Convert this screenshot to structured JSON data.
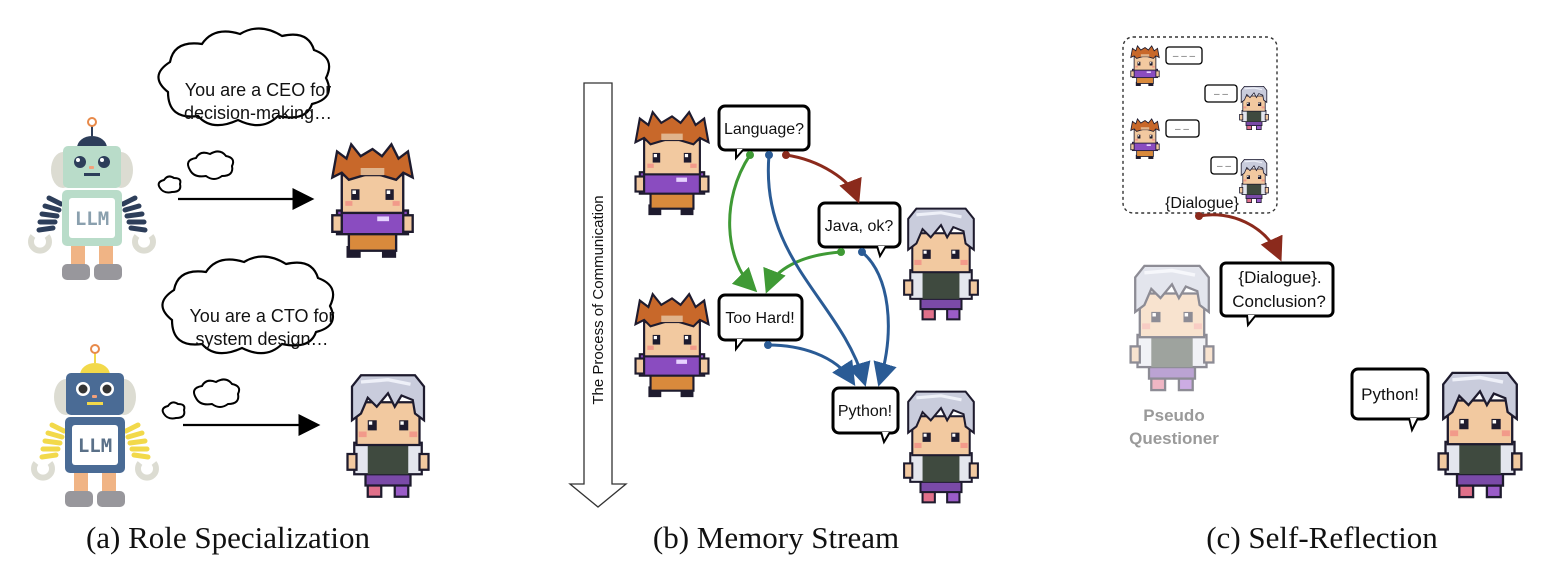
{
  "panels": {
    "a": {
      "caption": "(a) Role Specialization",
      "robot_label": "LLM",
      "thoughts": [
        {
          "line1": "You are a CEO for",
          "line2": "decision-making…"
        },
        {
          "line1": "You are a CTO for",
          "line2": "system design…"
        }
      ],
      "robots": [
        {
          "role": "CEO robot",
          "body_color": "#b9dcc9",
          "arm_color": "#2d3e5a",
          "antenna_color": "#2d3e5a"
        },
        {
          "role": "CTO robot",
          "body_color": "#4a6b95",
          "arm_color": "#f2d94a",
          "antenna_color": "#f2d94a"
        }
      ]
    },
    "b": {
      "caption": "(b) Memory Stream",
      "timeline_label": "The Process of Communication",
      "bubbles": [
        "Language?",
        "Java, ok?",
        "Too Hard!",
        "Python!"
      ],
      "edge_colors": {
        "red": "#8b2a1c",
        "green": "#3f9a35",
        "blue": "#2a5b95"
      }
    },
    "c": {
      "caption": "(c) Self-Reflection",
      "dialogue_box_label": "{Dialogue}",
      "mini_bubbles": [
        "– – –",
        "– –",
        "– –",
        "– –"
      ],
      "question": {
        "line1": "{Dialogue}.",
        "line2": "Conclusion?"
      },
      "answer": "Python!",
      "pseudo_label": {
        "line1": "Pseudo",
        "line2": "Questioner"
      }
    }
  },
  "colors": {
    "girl_hair": "#c8682a",
    "girl_shirt": "#8a4cc0",
    "girl_skirt": "#d98a3c",
    "boy_hair": "#c9ccdc",
    "boy_vest": "#3f4a3f",
    "skin": "#f2c9a0",
    "outline": "#1e1b2e"
  }
}
